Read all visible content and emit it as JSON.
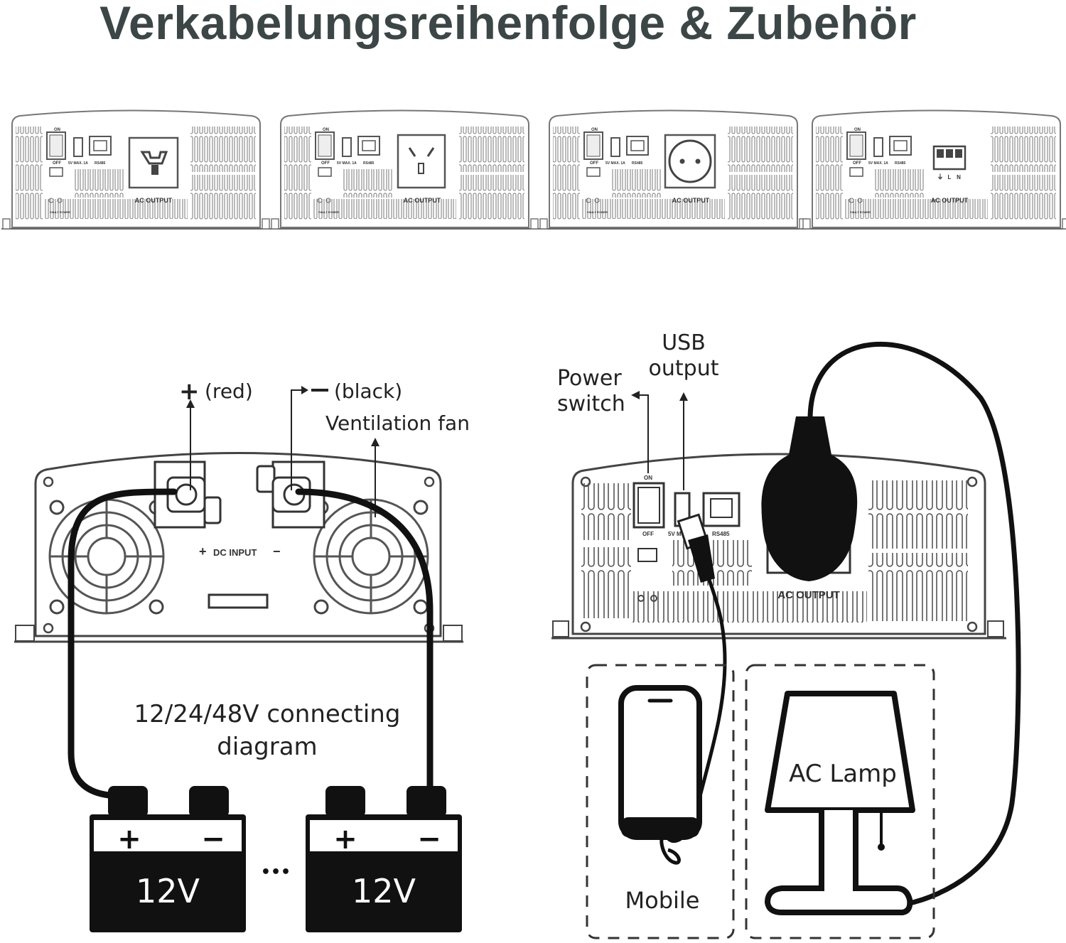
{
  "title": "Verkabelungsreihenfolge & Zubehör",
  "panel_labels": {
    "on": "ON",
    "off": "OFF",
    "usb": "5V MAX. 1A",
    "rs485": "RS485",
    "ac_output": "AC OUTPUT",
    "fault_power": "FAULT POWER",
    "terminal_l": "L",
    "terminal_n": "N",
    "terminal_ground": "⏚"
  },
  "dc_diagram": {
    "plus_red": "(red)",
    "minus_black": "(black)",
    "ventilation_fan": "Ventilation fan",
    "dc_input": "DC INPUT",
    "plus_sign": "+",
    "minus_sign": "−",
    "connecting_line1": "12/24/48V connecting",
    "connecting_line2": "diagram",
    "battery_voltage": "12V",
    "ellipsis": "•••"
  },
  "ac_diagram": {
    "power_switch_line1": "Power",
    "power_switch_line2": "switch",
    "usb_output_line1": "USB",
    "usb_output_line2": "output",
    "ac_output": "AC OUTPUT",
    "on": "ON",
    "off": "OFF",
    "usb_short": "5V M",
    "rs485": "RS485",
    "mobile": "Mobile",
    "ac_lamp": "AC Lamp"
  }
}
